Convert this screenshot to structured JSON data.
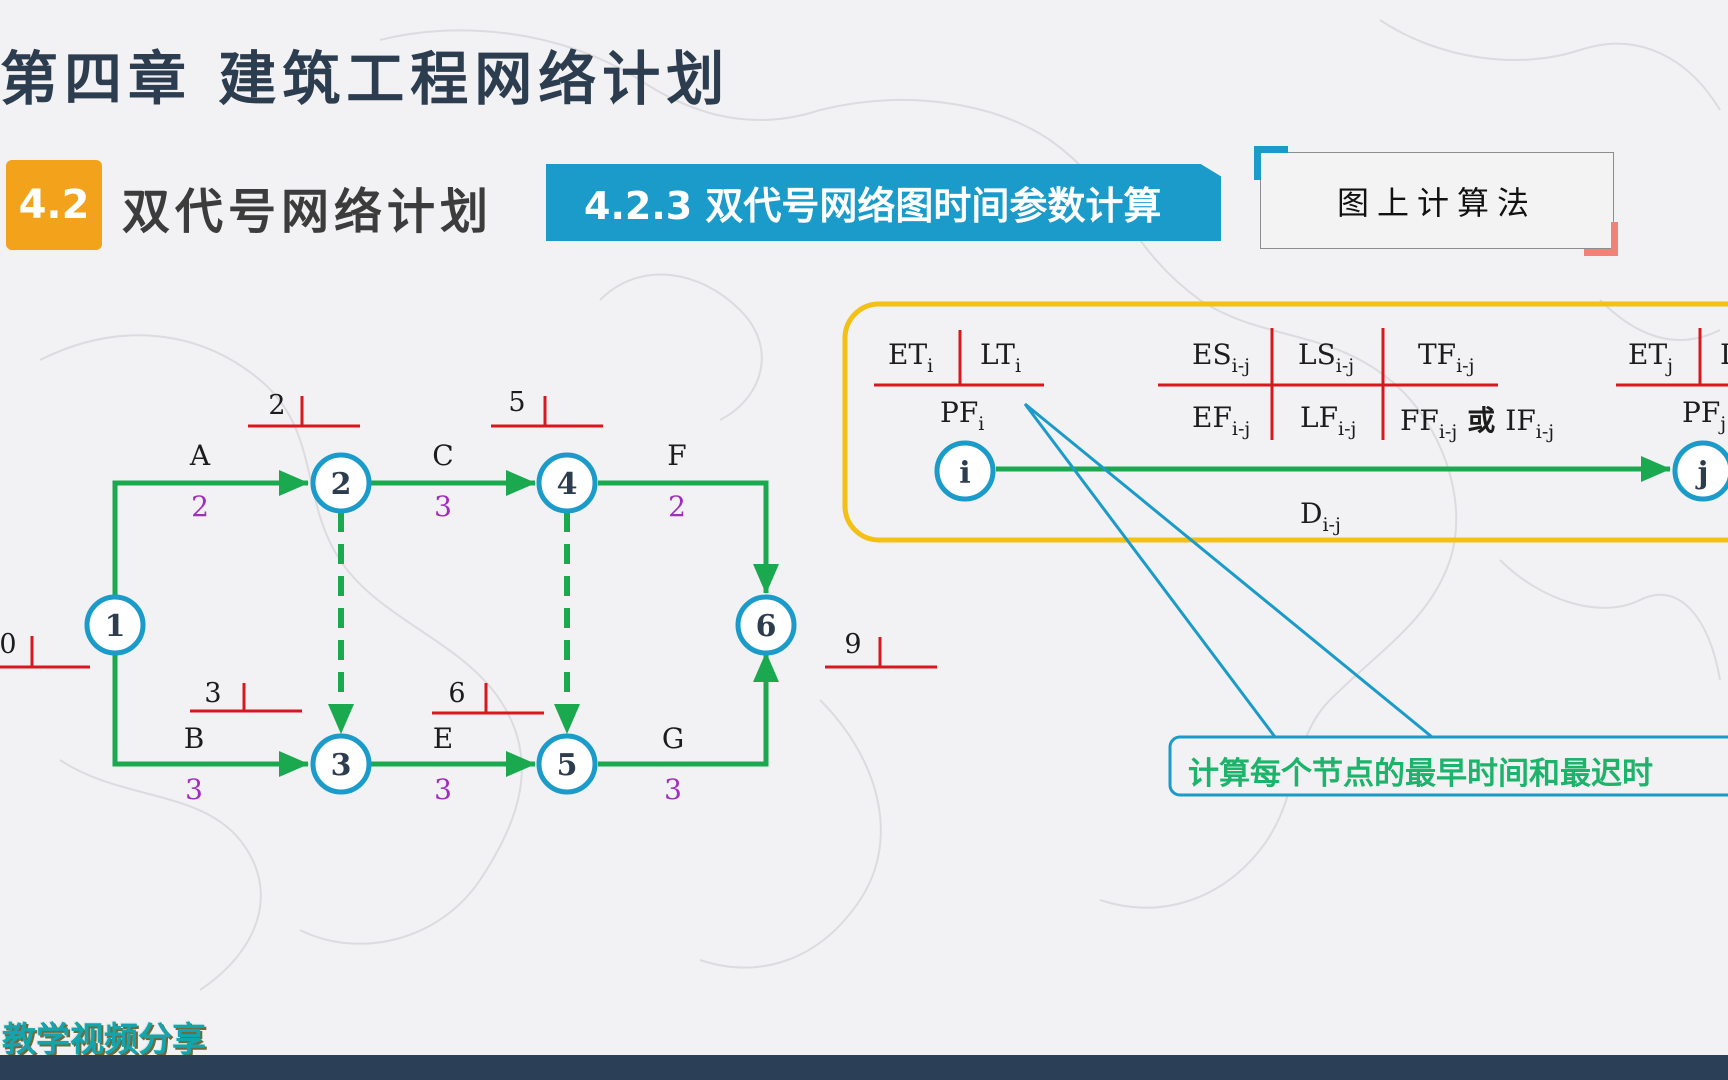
{
  "header": {
    "chapter_title": "第四章  建筑工程网络计划",
    "section_number": "4.2",
    "section_title": "双代号网络计划",
    "subsection_title": "4.2.3 双代号网络图时间参数计算",
    "method_label": "图上计算法"
  },
  "colors": {
    "node_border": "#1a9bc9",
    "arrow_green": "#1aa94f",
    "time_scale_red": "#d7191f",
    "duration_purple": "#a12dbf",
    "legend_border": "#f3c015",
    "callout_border": "#1a9bc9"
  },
  "network": {
    "nodes": [
      {
        "id": "1",
        "label": "1"
      },
      {
        "id": "2",
        "label": "2"
      },
      {
        "id": "3",
        "label": "3"
      },
      {
        "id": "4",
        "label": "4"
      },
      {
        "id": "5",
        "label": "5"
      },
      {
        "id": "6",
        "label": "6"
      }
    ],
    "activities": [
      {
        "name": "A",
        "from": "1",
        "to": "2",
        "duration": "2"
      },
      {
        "name": "B",
        "from": "1",
        "to": "3",
        "duration": "3"
      },
      {
        "name": "C",
        "from": "2",
        "to": "4",
        "duration": "3"
      },
      {
        "name": "E",
        "from": "3",
        "to": "5",
        "duration": "3"
      },
      {
        "name": "F",
        "from": "4",
        "to": "6",
        "duration": "2"
      },
      {
        "name": "G",
        "from": "5",
        "to": "6",
        "duration": "3"
      }
    ],
    "dummies": [
      {
        "from": "2",
        "to": "3"
      },
      {
        "from": "4",
        "to": "5"
      }
    ],
    "earliest_times": [
      {
        "node": "1",
        "value": "0"
      },
      {
        "node": "2",
        "value": "2"
      },
      {
        "node": "3",
        "value": "3"
      },
      {
        "node": "4",
        "value": "5"
      },
      {
        "node": "5",
        "value": "6"
      },
      {
        "node": "6",
        "value": "9"
      }
    ]
  },
  "legend": {
    "node_i": "i",
    "node_j": "j",
    "et_i": "ET",
    "et_i_sub": "i",
    "lt_i": "LT",
    "lt_i_sub": "i",
    "pf_i": "PF",
    "pf_i_sub": "i",
    "es": "ES",
    "es_sub": "i-j",
    "ls": "LS",
    "ls_sub": "i-j",
    "tf": "TF",
    "tf_sub": "i-j",
    "ef": "EF",
    "ef_sub": "i-j",
    "lf": "LF",
    "lf_sub": "i-j",
    "ff": "FF",
    "ff_sub": "i-j",
    "or_word": "或",
    "if": "IF",
    "if_sub": "i-j",
    "et_j": "ET",
    "et_j_sub": "j",
    "lt_j_partial": "L",
    "pf_j": "PF",
    "pf_j_sub": "j",
    "duration": "D",
    "duration_sub": "i-j"
  },
  "callout": {
    "text": "计算每个节点的最早时间和最迟时"
  },
  "footer": {
    "label": "教学视频分享"
  }
}
